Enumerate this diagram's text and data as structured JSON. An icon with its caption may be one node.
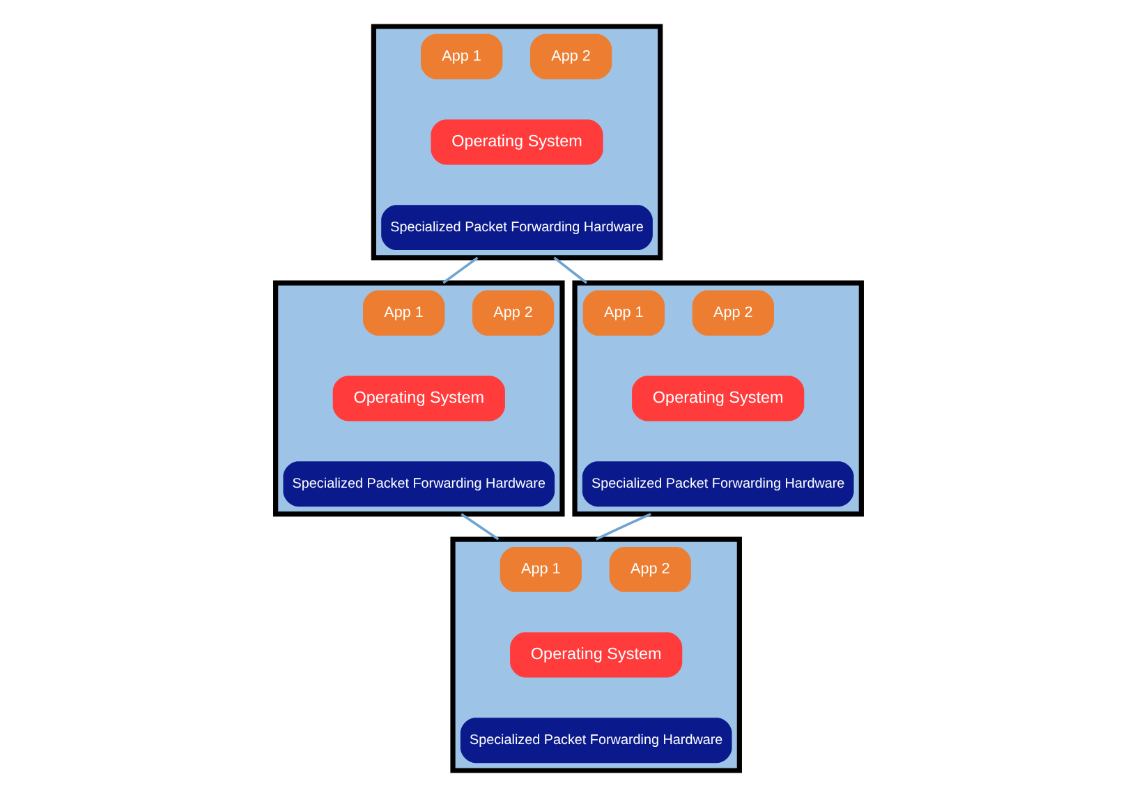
{
  "diagram": {
    "nodes": [
      {
        "text": [],
        "shape": "box"
      },
      {
        "text": [
          "App 1"
        ],
        "in": 0
      },
      {
        "text": [
          "App 2"
        ],
        "in": 0
      },
      {
        "text": [
          "Operating System"
        ],
        "in": 0
      },
      {
        "text": [
          "Specialized Packet Forwarding Hardware"
        ],
        "in": 0
      },
      {
        "text": [],
        "shape": "box"
      },
      {
        "text": [
          "App 1"
        ],
        "in": 5
      },
      {
        "text": [
          "App 2"
        ],
        "in": 5
      },
      {
        "text": [
          "Operating System"
        ],
        "in": 5
      },
      {
        "text": [
          "Specialized Packet Forwarding Hardware"
        ],
        "in": 5
      },
      {
        "text": [],
        "shape": "box"
      },
      {
        "text": [
          "App 1"
        ],
        "in": 10
      },
      {
        "text": [
          "App 2"
        ],
        "in": 10
      },
      {
        "text": [
          "Operating System"
        ],
        "in": 10
      },
      {
        "text": [
          "Specialized Packet Forwarding Hardware"
        ],
        "in": 10
      },
      {
        "text": [],
        "shape": "box"
      },
      {
        "text": [
          "App 1"
        ],
        "in": 15
      },
      {
        "text": [
          "App 2"
        ],
        "in": 15
      },
      {
        "text": [
          "Operating System"
        ],
        "in": 15
      },
      {
        "text": [
          "Specialized Packet Forwarding Hardware"
        ],
        "in": 15
      }
    ],
    "edges": [
      {
        "from": 0,
        "to": 5,
        "arrow": "none"
      },
      {
        "from": 0,
        "to": 10,
        "arrow": "none"
      },
      {
        "from": 5,
        "to": 15,
        "arrow": "none"
      },
      {
        "from": 10,
        "to": 15,
        "arrow": "none"
      }
    ]
  }
}
